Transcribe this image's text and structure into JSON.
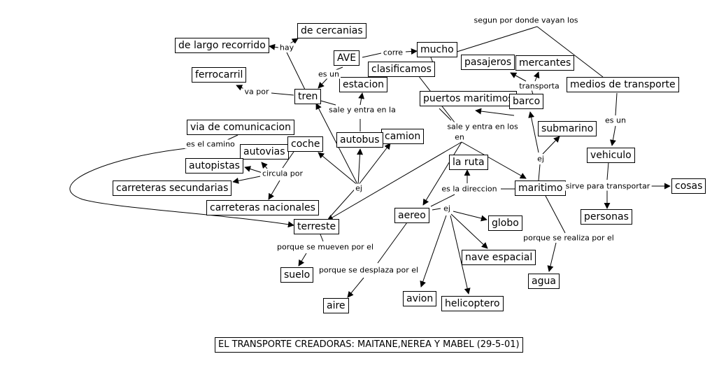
{
  "title": "EL TRANSPORTE CREADORAS: MAITANE,NEREA Y MABEL (29-5-01)",
  "nodes": {
    "de_cercanias": "de cercanias",
    "de_largo_recorrido": "de largo recorrido",
    "ave": "AVE",
    "mucho": "mucho",
    "ferrocarril": "ferrocarril",
    "clasificamos": "clasificamos",
    "pasajeros": "pasajeros",
    "mercantes": "mercantes",
    "medios_de_transporte": "medios de transporte",
    "estacion": "estacion",
    "tren": "tren",
    "puertos_maritimos": "puertos maritimos",
    "barco": "barco",
    "via_de_comunicacion": "via de comunicacion",
    "camion": "camion",
    "autobus": "autobus",
    "submarino": "submarino",
    "autovias": "autovias",
    "coche": "coche",
    "vehiculo": "vehiculo",
    "autopistas": "autopistas",
    "la_ruta": "la ruta",
    "carreteras_secundarias": "carreteras secundarias",
    "maritimo": "maritimo",
    "cosas": "cosas",
    "carreteras_nacionales": "carreteras nacionales",
    "aereo": "aereo",
    "personas": "personas",
    "globo": "globo",
    "terreste": "terreste",
    "nave_espacial": "nave  espacial",
    "suelo": "suelo",
    "agua": "agua",
    "avion": "avion",
    "aire": "aire",
    "helicoptero": "helicoptero"
  },
  "links": {
    "segun": "segun por donde vayan los",
    "hay": "hay",
    "corre": "corre",
    "es_un_1": "es un",
    "va_por": "va por",
    "transporta": "transporta",
    "sale_entra_la": "sale y entra en la",
    "es_un_2": "es un",
    "sale_entra_los": "sale y entra en los",
    "en": "en",
    "es_el_camino": "es el camino",
    "ej_1": "ej",
    "circula_por": "circula por",
    "ej_2": "ej",
    "es_la_direccion": "es la direccion",
    "sirve_para": "sirve para transportar",
    "ej_3": "ej",
    "porque_realiza": "porque se realiza por el",
    "porque_mueven": "porque se mueven por el",
    "porque_desplaza": "porque se desplaza por el"
  }
}
